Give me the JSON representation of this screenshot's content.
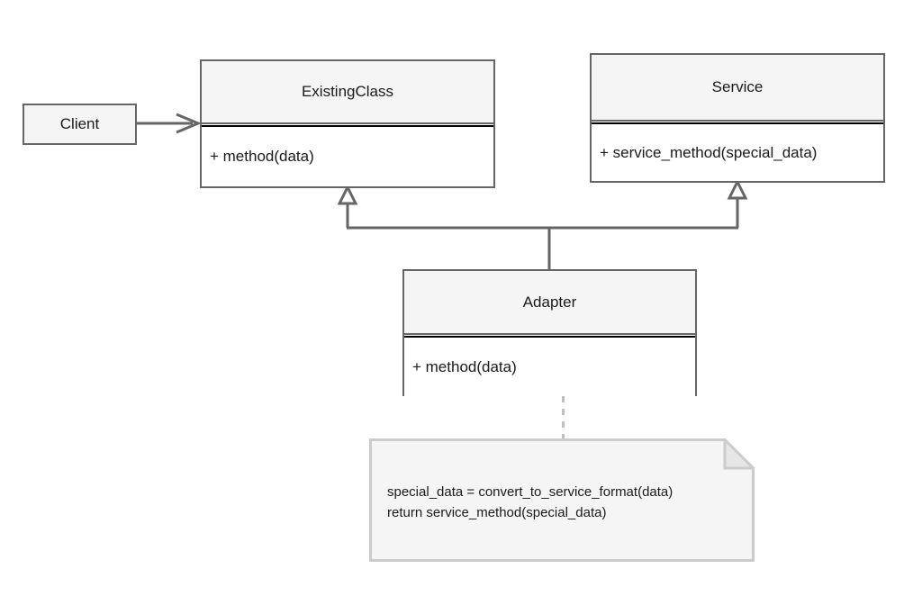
{
  "diagram": {
    "title": "Adapter pattern UML class diagram",
    "colors": {
      "box_border": "#666666",
      "box_header_fill": "#f5f5f5",
      "box_body_fill": "#ffffff",
      "compartment_rule": "#000000",
      "connector": "#666666",
      "note_border": "#cccccc",
      "note_fill": "#f5f5f5",
      "note_fold_fill": "#e6e6e6",
      "dashed_link": "#bfbfbf",
      "text": "#1a1a1a",
      "canvas": "#ffffff"
    },
    "classes": [
      {
        "id": "client",
        "name": "Client",
        "compartments": 1,
        "members": []
      },
      {
        "id": "existing-class",
        "name": "ExistingClass",
        "compartments": 2,
        "members": [
          "+ method(data)"
        ]
      },
      {
        "id": "service",
        "name": "Service",
        "compartments": 2,
        "members": [
          "+ service_method(special_data)"
        ]
      },
      {
        "id": "adapter",
        "name": "Adapter",
        "compartments": 2,
        "members": [
          "+ method(data)"
        ]
      }
    ],
    "relationships": [
      {
        "id": "client-to-existingclass",
        "type": "association",
        "arrow": "open-arrow",
        "from": "client",
        "to": "existing-class",
        "style": "solid"
      },
      {
        "id": "adapter-inherits-existingclass",
        "type": "generalization",
        "arrow": "hollow-triangle",
        "from": "adapter",
        "to": "existing-class",
        "style": "solid"
      },
      {
        "id": "adapter-inherits-service",
        "type": "generalization",
        "arrow": "hollow-triangle",
        "from": "adapter",
        "to": "service",
        "style": "solid"
      },
      {
        "id": "adapter-to-note",
        "type": "note-anchor",
        "arrow": "none",
        "from": "adapter",
        "to": "implementation-note",
        "style": "dashed"
      }
    ],
    "note": {
      "id": "implementation-note",
      "lines": [
        "special_data = convert_to_service_format(data)",
        "return service_method(special_data)"
      ]
    }
  }
}
